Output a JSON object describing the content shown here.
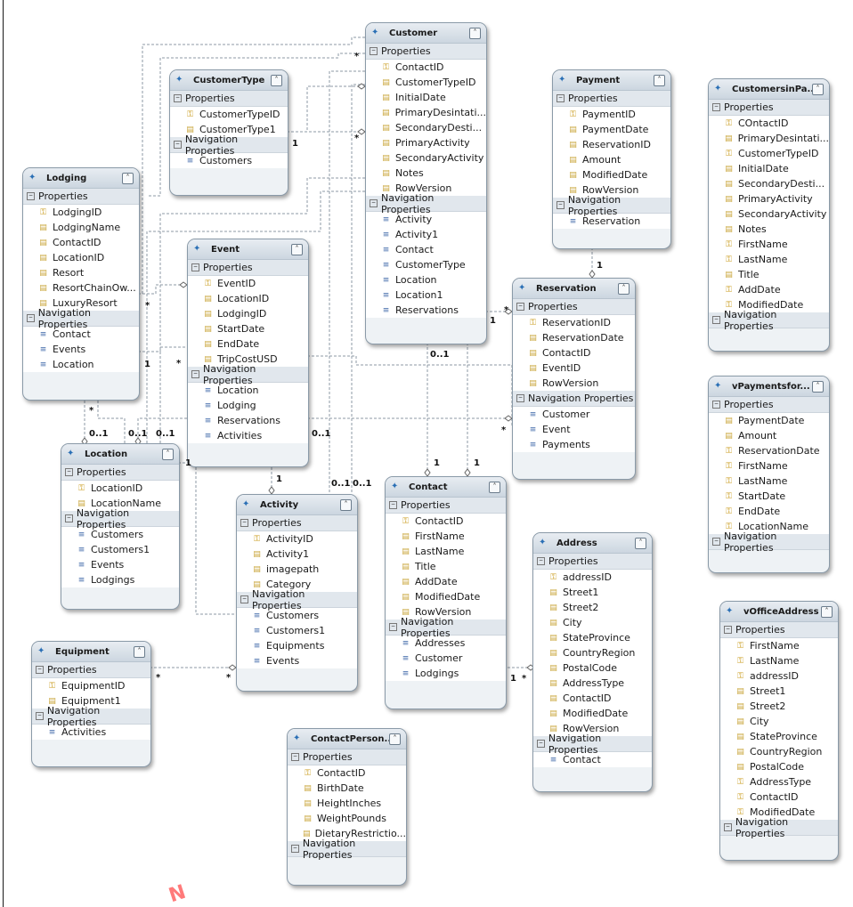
{
  "entities": [
    {
      "id": "customer",
      "title": "Customer",
      "sections": [
        {
          "label": "Properties",
          "rows": [
            {
              "t": "ContactID",
              "k": 1
            },
            {
              "t": "CustomerTypeID"
            },
            {
              "t": "InitialDate"
            },
            {
              "t": "PrimaryDesintati..."
            },
            {
              "t": "SecondaryDesti..."
            },
            {
              "t": "PrimaryActivity"
            },
            {
              "t": "SecondaryActivity"
            },
            {
              "t": "Notes"
            },
            {
              "t": "RowVersion"
            }
          ]
        },
        {
          "label": "Navigation Properties",
          "nav": 1,
          "rows": [
            {
              "t": "Activity"
            },
            {
              "t": "Activity1"
            },
            {
              "t": "Contact"
            },
            {
              "t": "CustomerType"
            },
            {
              "t": "Location"
            },
            {
              "t": "Location1"
            },
            {
              "t": "Reservations"
            }
          ]
        }
      ]
    },
    {
      "id": "customertype",
      "title": "CustomerType",
      "sections": [
        {
          "label": "Properties",
          "rows": [
            {
              "t": "CustomerTypeID",
              "k": 1
            },
            {
              "t": "CustomerType1"
            }
          ]
        },
        {
          "label": "Navigation Properties",
          "nav": 1,
          "rows": [
            {
              "t": "Customers"
            }
          ]
        }
      ]
    },
    {
      "id": "lodging",
      "title": "Lodging",
      "sections": [
        {
          "label": "Properties",
          "rows": [
            {
              "t": "LodgingID",
              "k": 1
            },
            {
              "t": "LodgingName"
            },
            {
              "t": "ContactID"
            },
            {
              "t": "LocationID"
            },
            {
              "t": "Resort"
            },
            {
              "t": "ResortChainOw..."
            },
            {
              "t": "LuxuryResort"
            }
          ]
        },
        {
          "label": "Navigation Properties",
          "nav": 1,
          "rows": [
            {
              "t": "Contact"
            },
            {
              "t": "Events"
            },
            {
              "t": "Location"
            }
          ]
        }
      ]
    },
    {
      "id": "event",
      "title": "Event",
      "sections": [
        {
          "label": "Properties",
          "rows": [
            {
              "t": "EventID",
              "k": 1
            },
            {
              "t": "LocationID"
            },
            {
              "t": "LodgingID"
            },
            {
              "t": "StartDate"
            },
            {
              "t": "EndDate"
            },
            {
              "t": "TripCostUSD"
            }
          ]
        },
        {
          "label": "Navigation Properties",
          "nav": 1,
          "rows": [
            {
              "t": "Location"
            },
            {
              "t": "Lodging"
            },
            {
              "t": "Reservations"
            },
            {
              "t": "Activities"
            }
          ]
        }
      ]
    },
    {
      "id": "payment",
      "title": "Payment",
      "sections": [
        {
          "label": "Properties",
          "rows": [
            {
              "t": "PaymentID",
              "k": 1
            },
            {
              "t": "PaymentDate"
            },
            {
              "t": "ReservationID"
            },
            {
              "t": "Amount"
            },
            {
              "t": "ModifiedDate"
            },
            {
              "t": "RowVersion"
            }
          ]
        },
        {
          "label": "Navigation Properties",
          "nav": 1,
          "rows": [
            {
              "t": "Reservation"
            }
          ]
        }
      ]
    },
    {
      "id": "reservation",
      "title": "Reservation",
      "sections": [
        {
          "label": "Properties",
          "rows": [
            {
              "t": "ReservationID",
              "k": 1
            },
            {
              "t": "ReservationDate"
            },
            {
              "t": "ContactID"
            },
            {
              "t": "EventID"
            },
            {
              "t": "RowVersion"
            }
          ]
        },
        {
          "label": "Navigation Properties",
          "nav": 1,
          "rows": [
            {
              "t": "Customer"
            },
            {
              "t": "Event"
            },
            {
              "t": "Payments"
            }
          ]
        }
      ]
    },
    {
      "id": "customersinpa",
      "title": "CustomersinPa...",
      "sections": [
        {
          "label": "Properties",
          "rows": [
            {
              "t": "COntactID",
              "k": 1
            },
            {
              "t": "PrimaryDesintati..."
            },
            {
              "t": "CustomerTypeID",
              "k": 1
            },
            {
              "t": "InitialDate"
            },
            {
              "t": "SecondaryDesti..."
            },
            {
              "t": "PrimaryActivity"
            },
            {
              "t": "SecondaryActivity"
            },
            {
              "t": "Notes"
            },
            {
              "t": "FirstName",
              "k": 1
            },
            {
              "t": "LastName",
              "k": 1
            },
            {
              "t": "Title"
            },
            {
              "t": "AddDate",
              "k": 1
            },
            {
              "t": "ModifiedDate",
              "k": 1
            }
          ]
        },
        {
          "label": "Navigation Properties",
          "nav": 1,
          "rows": []
        }
      ]
    },
    {
      "id": "location",
      "title": "Location",
      "sections": [
        {
          "label": "Properties",
          "rows": [
            {
              "t": "LocationID",
              "k": 1
            },
            {
              "t": "LocationName"
            }
          ]
        },
        {
          "label": "Navigation Properties",
          "nav": 1,
          "rows": [
            {
              "t": "Customers"
            },
            {
              "t": "Customers1"
            },
            {
              "t": "Events"
            },
            {
              "t": "Lodgings"
            }
          ]
        }
      ]
    },
    {
      "id": "activity",
      "title": "Activity",
      "sections": [
        {
          "label": "Properties",
          "rows": [
            {
              "t": "ActivityID",
              "k": 1
            },
            {
              "t": "Activity1"
            },
            {
              "t": "imagepath"
            },
            {
              "t": "Category"
            }
          ]
        },
        {
          "label": "Navigation Properties",
          "nav": 1,
          "rows": [
            {
              "t": "Customers"
            },
            {
              "t": "Customers1"
            },
            {
              "t": "Equipments"
            },
            {
              "t": "Events"
            }
          ]
        }
      ]
    },
    {
      "id": "contact",
      "title": "Contact",
      "sections": [
        {
          "label": "Properties",
          "rows": [
            {
              "t": "ContactID",
              "k": 1
            },
            {
              "t": "FirstName"
            },
            {
              "t": "LastName"
            },
            {
              "t": "Title"
            },
            {
              "t": "AddDate"
            },
            {
              "t": "ModifiedDate"
            },
            {
              "t": "RowVersion"
            }
          ]
        },
        {
          "label": "Navigation Properties",
          "nav": 1,
          "rows": [
            {
              "t": "Addresses"
            },
            {
              "t": "Customer"
            },
            {
              "t": "Lodgings"
            }
          ]
        }
      ]
    },
    {
      "id": "address",
      "title": "Address",
      "sections": [
        {
          "label": "Properties",
          "rows": [
            {
              "t": "addressID",
              "k": 1
            },
            {
              "t": "Street1"
            },
            {
              "t": "Street2"
            },
            {
              "t": "City"
            },
            {
              "t": "StateProvince"
            },
            {
              "t": "CountryRegion"
            },
            {
              "t": "PostalCode"
            },
            {
              "t": "AddressType"
            },
            {
              "t": "ContactID"
            },
            {
              "t": "ModifiedDate"
            },
            {
              "t": "RowVersion"
            }
          ]
        },
        {
          "label": "Navigation Properties",
          "nav": 1,
          "rows": [
            {
              "t": "Contact"
            }
          ]
        }
      ]
    },
    {
      "id": "vpaymentsfor",
      "title": "vPaymentsfor...",
      "sections": [
        {
          "label": "Properties",
          "rows": [
            {
              "t": "PaymentDate"
            },
            {
              "t": "Amount"
            },
            {
              "t": "ReservationDate",
              "k": 1
            },
            {
              "t": "FirstName",
              "k": 1
            },
            {
              "t": "LastName",
              "k": 1
            },
            {
              "t": "StartDate",
              "k": 1
            },
            {
              "t": "EndDate",
              "k": 1
            },
            {
              "t": "LocationName",
              "k": 1
            }
          ]
        },
        {
          "label": "Navigation Properties",
          "nav": 1,
          "rows": []
        }
      ]
    },
    {
      "id": "equipment",
      "title": "Equipment",
      "sections": [
        {
          "label": "Properties",
          "rows": [
            {
              "t": "EquipmentID",
              "k": 1
            },
            {
              "t": "Equipment1"
            }
          ]
        },
        {
          "label": "Navigation Properties",
          "nav": 1,
          "rows": [
            {
              "t": "Activities"
            }
          ]
        }
      ]
    },
    {
      "id": "voffice",
      "title": "vOfficeAddress",
      "sections": [
        {
          "label": "Properties",
          "rows": [
            {
              "t": "FirstName",
              "k": 1
            },
            {
              "t": "LastName",
              "k": 1
            },
            {
              "t": "addressID",
              "k": 1
            },
            {
              "t": "Street1"
            },
            {
              "t": "Street2"
            },
            {
              "t": "City"
            },
            {
              "t": "StateProvince"
            },
            {
              "t": "CountryRegion"
            },
            {
              "t": "PostalCode"
            },
            {
              "t": "AddressType",
              "k": 1
            },
            {
              "t": "ContactID",
              "k": 1
            },
            {
              "t": "ModifiedDate",
              "k": 1
            }
          ]
        },
        {
          "label": "Navigation Properties",
          "nav": 1,
          "rows": []
        }
      ]
    },
    {
      "id": "contactperson",
      "title": "ContactPerson...",
      "sections": [
        {
          "label": "Properties",
          "rows": [
            {
              "t": "ContactID",
              "k": 1
            },
            {
              "t": "BirthDate"
            },
            {
              "t": "HeightInches"
            },
            {
              "t": "WeightPounds"
            },
            {
              "t": "DietaryRestrictio..."
            }
          ]
        },
        {
          "label": "Navigation Properties",
          "nav": 1,
          "rows": []
        }
      ]
    }
  ],
  "multiplicities": {
    "ct_one": "1",
    "ct_many1": "*",
    "ct_many2": "*",
    "cust_res_one": "1",
    "cust_res_many": "*",
    "cust_contact": "0..1",
    "pay_one": "1",
    "lod_many": "*",
    "lod_one": "1",
    "lod_loc": "0..1",
    "evt_many": "*",
    "loc_evt": "0..1",
    "loc_lod": "0..1",
    "evt_res": "0..1",
    "res_many": "*",
    "evt_act": "1",
    "act_a": "0..1",
    "act_b": "0..1",
    "loc_one": "1",
    "con_one1": "1",
    "con_one2": "1",
    "con_addr_one": "1",
    "addr_many": "*",
    "eq_many": "*",
    "act_many": "*"
  },
  "watermark": "N"
}
